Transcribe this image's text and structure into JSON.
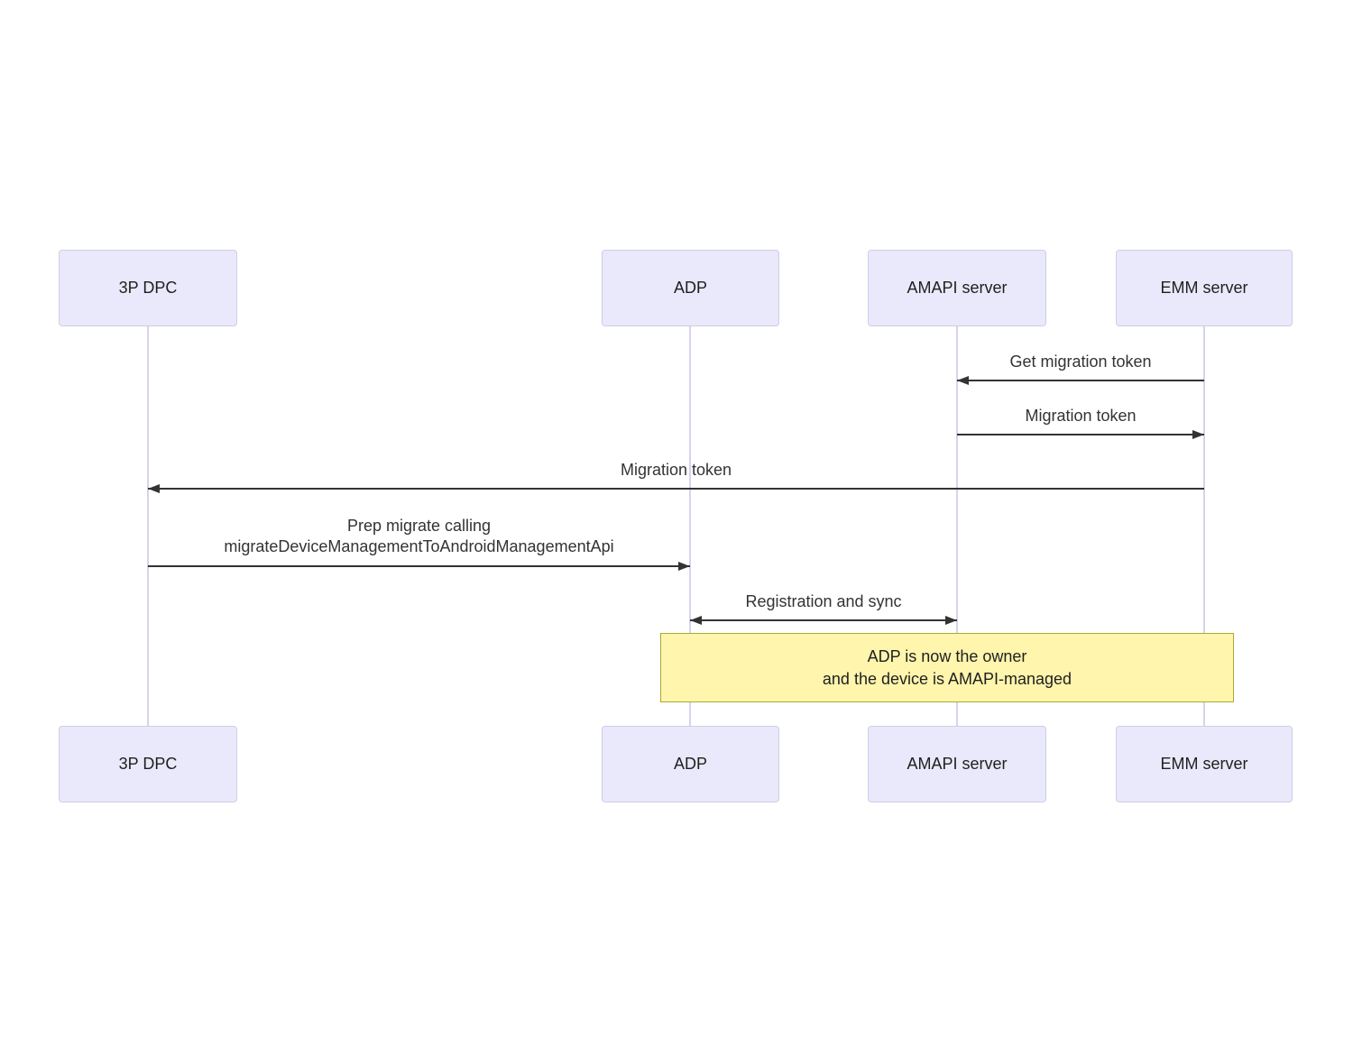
{
  "diagram": {
    "type": "sequence-diagram",
    "actors": [
      {
        "id": "3p-dpc",
        "label": "3P DPC"
      },
      {
        "id": "adp",
        "label": "ADP"
      },
      {
        "id": "amapi-server",
        "label": "AMAPI server"
      },
      {
        "id": "emm-server",
        "label": "EMM server"
      }
    ],
    "messages": [
      {
        "from": "EMM server",
        "to": "AMAPI server",
        "direction": "left",
        "label": "Get migration token"
      },
      {
        "from": "AMAPI server",
        "to": "EMM server",
        "direction": "right",
        "label": "Migration token"
      },
      {
        "from": "EMM server",
        "to": "3P DPC",
        "direction": "left",
        "label": "Migration token"
      },
      {
        "from": "3P DPC",
        "to": "ADP",
        "direction": "right",
        "label_line1": "Prep migrate calling",
        "label_line2": "migrateDeviceManagementToAndroidManagementApi"
      },
      {
        "from": "ADP",
        "to": "AMAPI server",
        "direction": "both",
        "label": "Registration and sync"
      }
    ],
    "note": {
      "line1": "ADP is now the owner",
      "line2": "and the device is AMAPI-managed"
    },
    "colors": {
      "actor_fill": "#E9E9FB",
      "actor_border": "#CDCDE8",
      "lifeline": "#D8D2EC",
      "arrow": "#333333",
      "message_text": "#333333",
      "note_fill": "#FFF5AD",
      "note_border": "#AAAA33"
    }
  }
}
